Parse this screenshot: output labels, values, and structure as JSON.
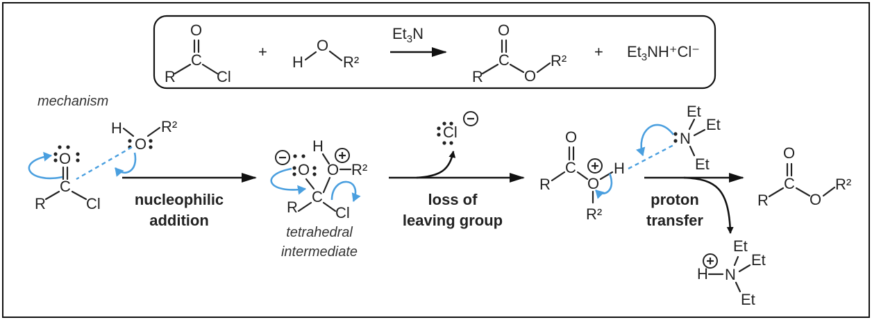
{
  "colors": {
    "mechanism_arrow": "#4a9fdf",
    "text": "#222222",
    "panel_border": "#111111",
    "background": "#ffffff"
  },
  "atoms": {
    "O": "O",
    "C": "C",
    "Cl": "Cl",
    "R": "R",
    "H": "H",
    "N": "N",
    "R2": "R²",
    "Et": "Et"
  },
  "charges": {
    "plus": "+",
    "minus": "−"
  },
  "overall": {
    "plus": "+",
    "reagent_main": "Et",
    "reagent_sub": "3",
    "reagent_end": "N",
    "byproduct_main": "Et",
    "byproduct_sub": "3",
    "byproduct_end": "NH⁺Cl⁻"
  },
  "labels": {
    "mechanism": "mechanism",
    "step1_line1": "nucleophilic",
    "step1_line2": "addition",
    "intermediate_line1": "tetrahedral",
    "intermediate_line2": "intermediate",
    "step2_line1": "loss of",
    "step2_line2": "leaving group",
    "step3_line1": "proton",
    "step3_line2": "transfer"
  },
  "icons": [
    "curved-arrow-icon",
    "reaction-arrow-icon",
    "lone-pair-dots-icon",
    "formal-charge-circle-icon"
  ]
}
